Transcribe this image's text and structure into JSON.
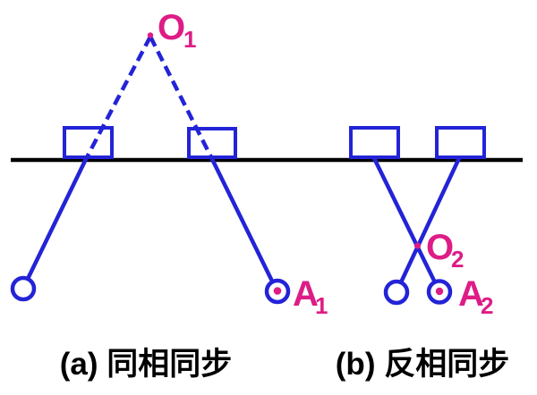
{
  "figure": {
    "background": "#ffffff",
    "colors": {
      "pendulum_blue": "#2323D7",
      "label_pink": "#DE1C86",
      "ink_black": "#000000"
    },
    "labels": {
      "o1": {
        "main": "O",
        "sub": "1"
      },
      "a1": {
        "main": "A",
        "sub": "1"
      },
      "o2": {
        "main": "O",
        "sub": "2"
      },
      "a2": {
        "main": "A",
        "sub": "2"
      }
    },
    "captions": {
      "a": "(a) 同相同步",
      "b": "(b) 反相同步"
    }
  }
}
